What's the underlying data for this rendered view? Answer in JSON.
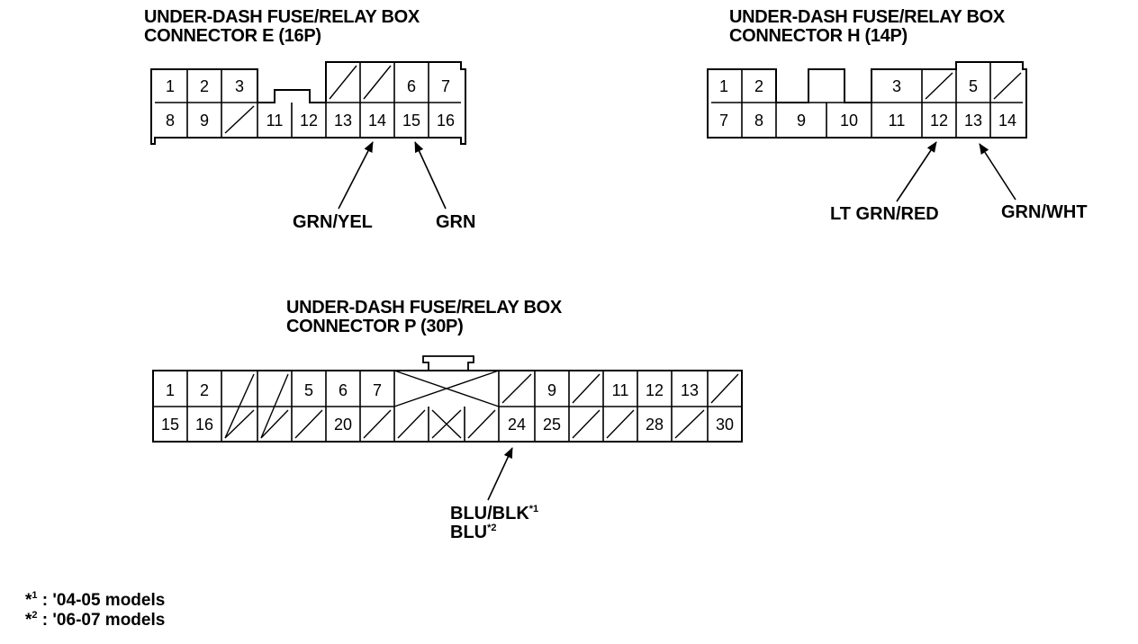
{
  "connectors": {
    "e": {
      "title_line1": "UNDER-DASH FUSE/RELAY BOX",
      "title_line2": "CONNECTOR E (16P)",
      "top_row": [
        "1",
        "2",
        "3",
        "",
        "",
        "",
        "6",
        "7"
      ],
      "bottom_row": [
        "8",
        "9",
        "",
        "11",
        "12",
        "13",
        "14",
        "15",
        "16"
      ],
      "wires": [
        {
          "color": "GRN/YEL",
          "terminal": "14"
        },
        {
          "color": "GRN",
          "terminal": "15"
        }
      ]
    },
    "h": {
      "title_line1": "UNDER-DASH FUSE/RELAY BOX",
      "title_line2": "CONNECTOR H (14P)",
      "top_row": [
        "1",
        "2",
        "",
        "3",
        "",
        "5",
        ""
      ],
      "bottom_row": [
        "7",
        "8",
        "9",
        "10",
        "11",
        "12",
        "13",
        "14"
      ],
      "wires": [
        {
          "color": "LT GRN/RED",
          "terminal": "12"
        },
        {
          "color": "GRN/WHT",
          "terminal": "13"
        }
      ]
    },
    "p": {
      "title_line1": "UNDER-DASH FUSE/RELAY BOX",
      "title_line2": "CONNECTOR P (30P)",
      "top_row": [
        "1",
        "2",
        "",
        "",
        "5",
        "6",
        "7",
        "",
        "9",
        "",
        "11",
        "12",
        "13",
        ""
      ],
      "bottom_row": [
        "15",
        "16",
        "",
        "",
        "20",
        "",
        "",
        "",
        "",
        "24",
        "25",
        "",
        "",
        "28",
        "",
        "30"
      ],
      "wire_line1": "BLU/BLK",
      "wire_line1_mark": "*1",
      "wire_line2": "BLU",
      "wire_line2_mark": "*2",
      "terminal": "24"
    }
  },
  "footnotes": [
    {
      "mark": "*",
      "sup": "1",
      "text": " : '04-05 models"
    },
    {
      "mark": "*",
      "sup": "2",
      "text": " : '06-07 models"
    }
  ]
}
